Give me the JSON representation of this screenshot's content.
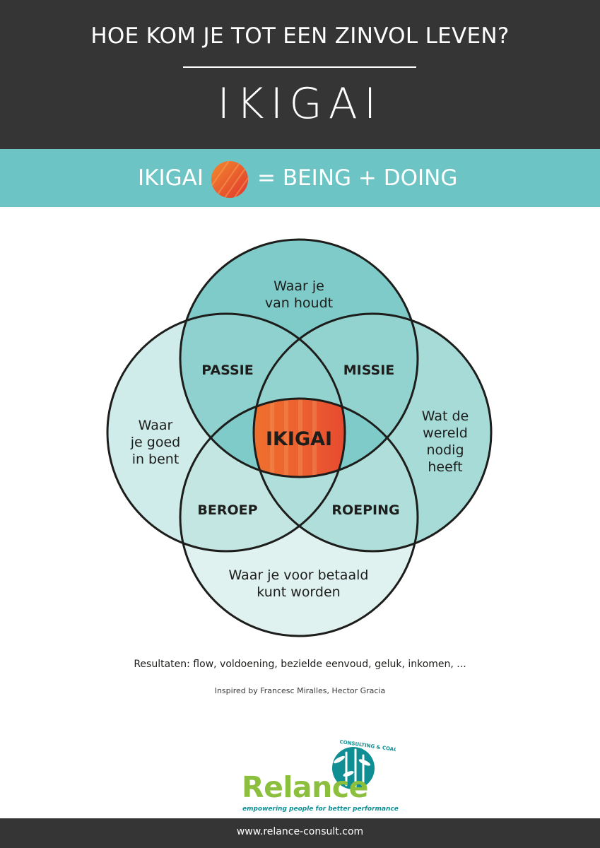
{
  "header": {
    "question": "HOE KOM JE TOT EEN ZINVOL LEVEN?",
    "title": "IKIGAI"
  },
  "equation": {
    "left": "IKIGAI",
    "right": "= BEING + DOING"
  },
  "venn": {
    "top_circle": "Waar je\nvan houdt",
    "left_circle": "Waar\nje goed\nin bent",
    "right_circle": "Wat de\nwereld\nnodig\nheeft",
    "bottom_circle": "Waar je voor betaald\nkunt worden",
    "overlap_top_left": "PASSIE",
    "overlap_top_right": "MISSIE",
    "overlap_bottom_left": "BEROEP",
    "overlap_bottom_right": "ROEPING",
    "center": "IKIGAI",
    "colors": {
      "top": "#7ecbc9",
      "left": "#cfecea",
      "right": "#a7dbd7",
      "bottom": "#dff2f0",
      "outline": "#1d1d1b",
      "center_start": "#f07d2a",
      "center_end": "#e1352f"
    }
  },
  "results": "Resultaten: flow, voldoening, bezielde eenvoud, geluk, inkomen, ...",
  "inspired": "Inspired by Francesc Miralles, Hector Gracia",
  "logo": {
    "word": "Relance",
    "arc_text": "CONSULTING & COACHING",
    "tagline": "empowering people for better performance"
  },
  "footer": {
    "url": "www.relance-consult.com"
  }
}
